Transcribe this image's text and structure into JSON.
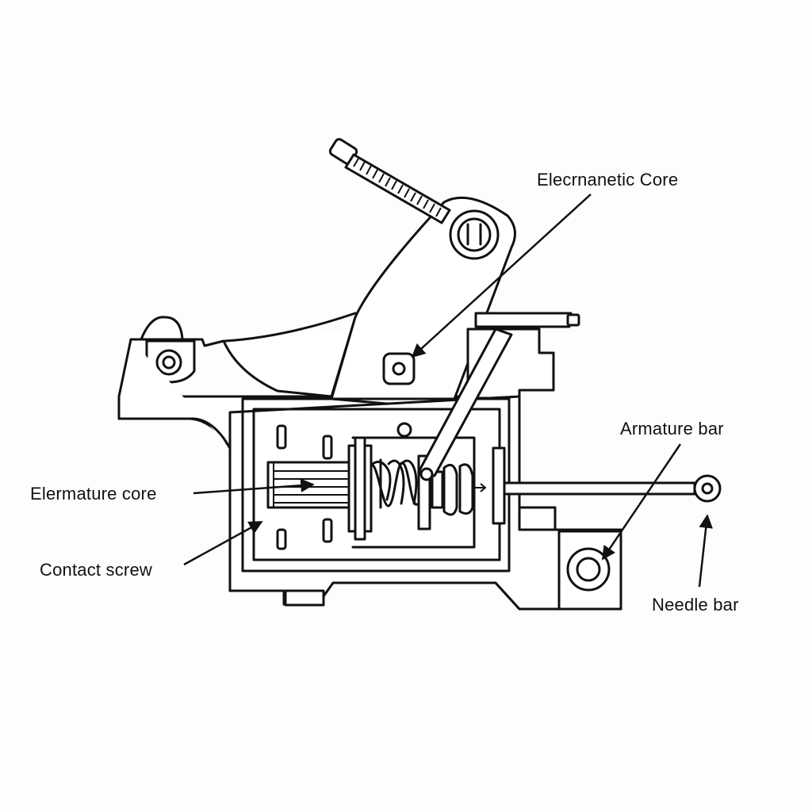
{
  "labels": {
    "electromagnetic_core": "Elecrnanetic Core",
    "armature_bar": "Armature bar",
    "elermature_core": "Elermature core",
    "contact_screw": "Contact screw",
    "needle_bar": "Needle bar"
  },
  "colors": {
    "line": "#111111",
    "background": "#fdfdfd"
  }
}
